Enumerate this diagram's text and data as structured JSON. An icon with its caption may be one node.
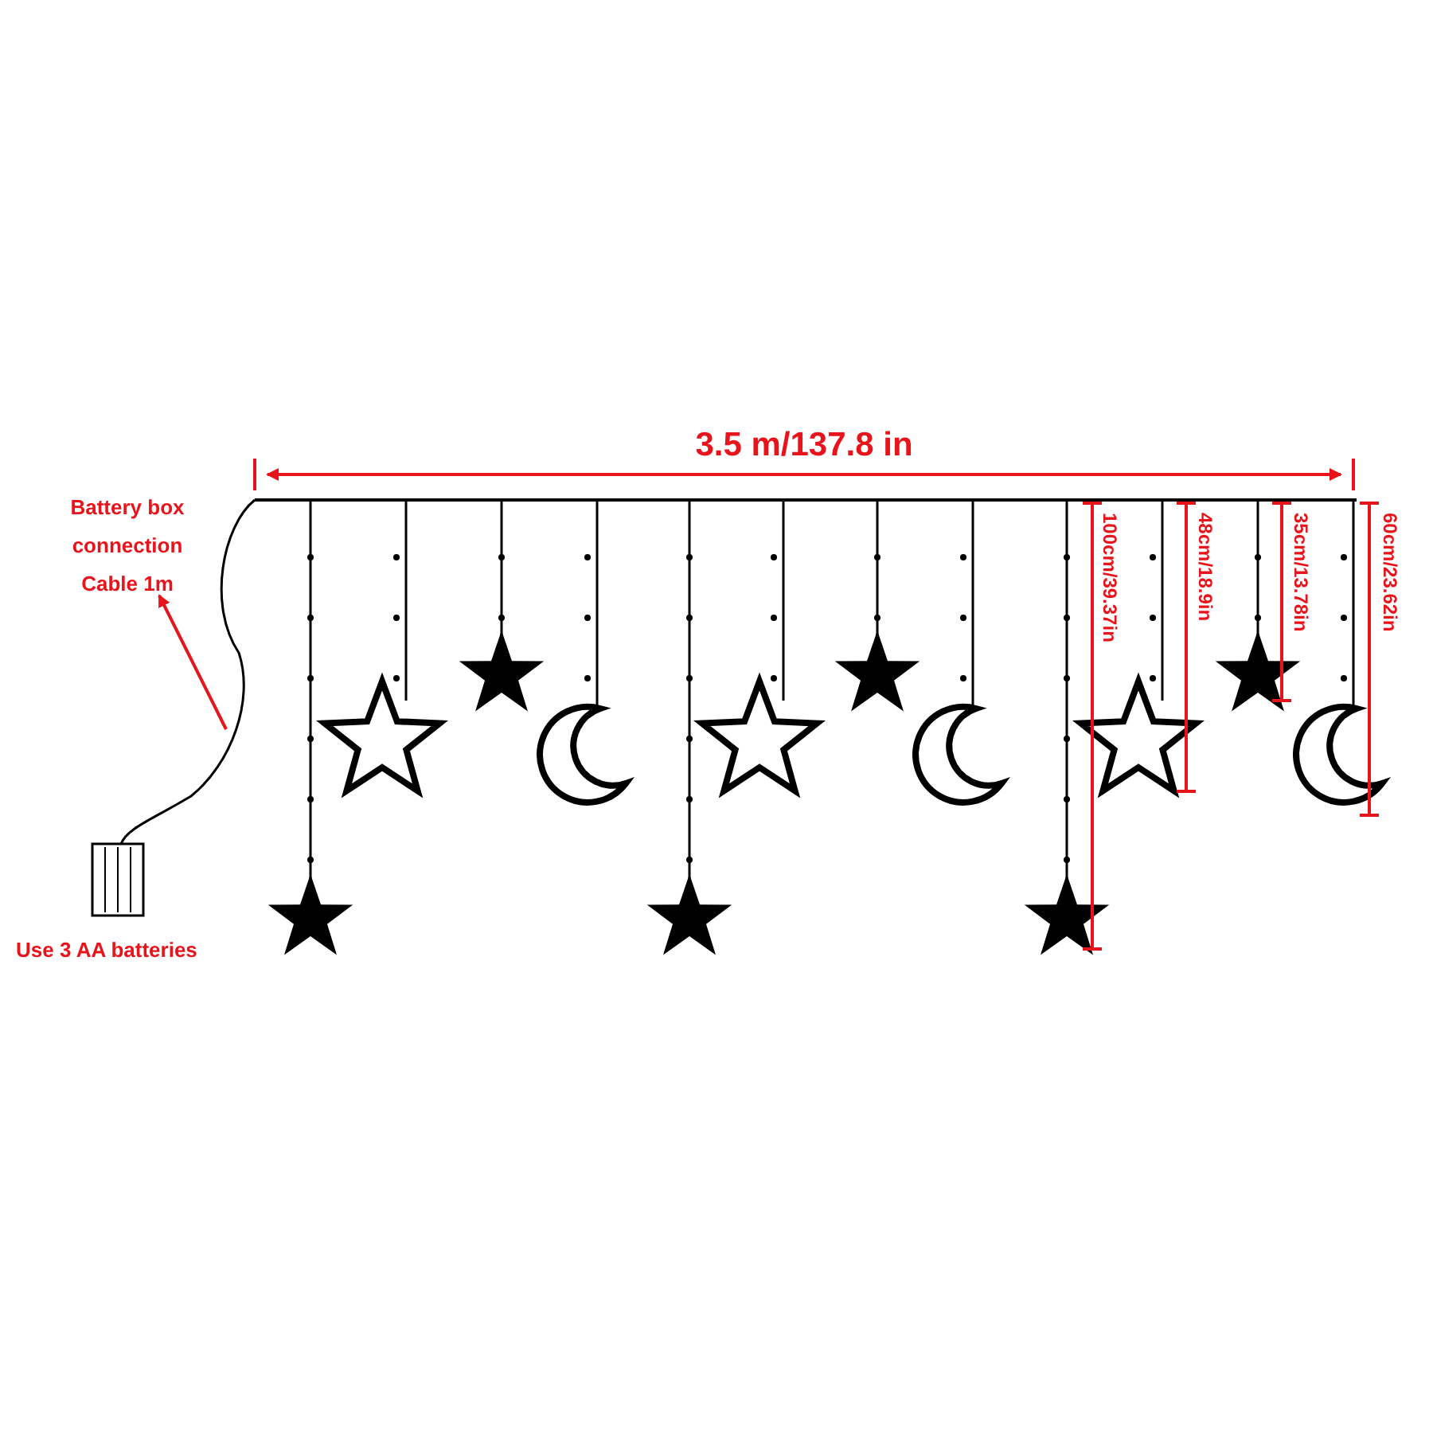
{
  "diagram": {
    "nodes": [
      {
        "text": [
          "Battery box connection Cable 1m"
        ]
      },
      {
        "text": [],
        "shape": "line"
      }
    ],
    "edges": [
      {
        "from": 1,
        "to": 0,
        "arrow": "to"
      }
    ],
    "labels": [
      "3.5 m/137.8 in",
      "100cm/39.37in",
      "48cm/18.9in",
      "35cm/13.78in",
      "60cm/23.62in",
      "Use 3 AA batteries"
    ]
  }
}
